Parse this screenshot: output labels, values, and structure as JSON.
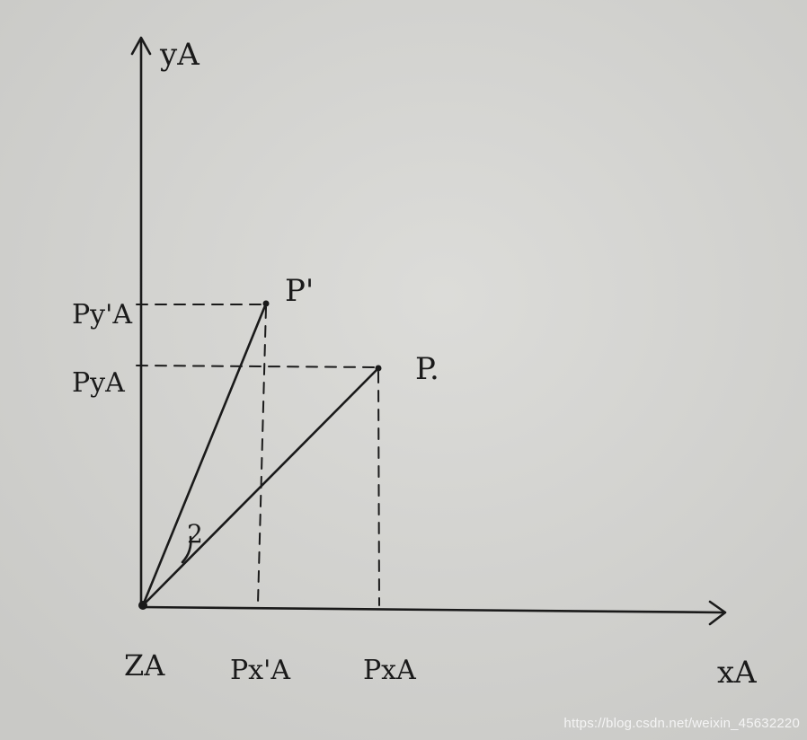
{
  "labels": {
    "y_axis": "yA",
    "x_axis": "xA",
    "origin": "ZA",
    "point_p": "P.",
    "point_p_prime": "P'",
    "angle": "2",
    "tick_py": "PyA",
    "tick_py_prime": "Py'A",
    "tick_px": "PxA",
    "tick_px_prime": "Px'A"
  },
  "watermark": "https://blog.csdn.net/weixin_45632220",
  "colors": {
    "ink": "#1a1a1a",
    "paper": "#d6d6d3",
    "watermark": "#f4f4f4"
  }
}
